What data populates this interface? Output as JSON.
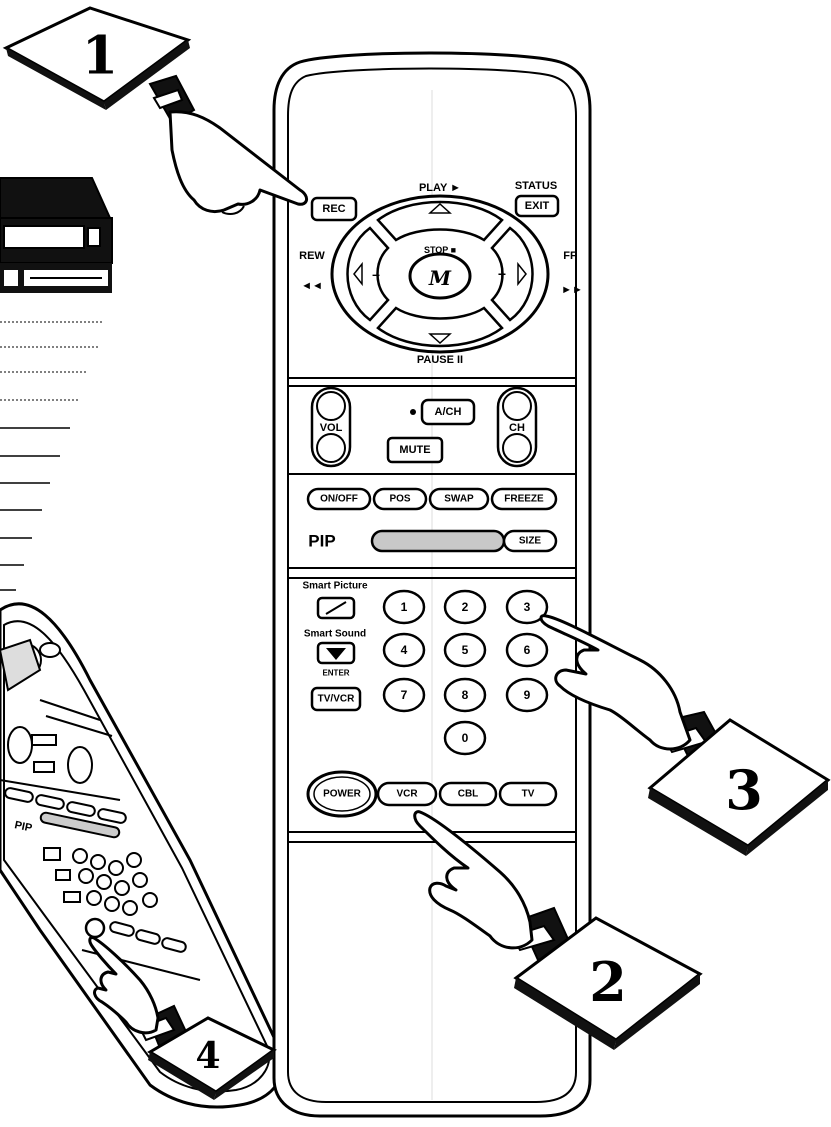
{
  "steps": [
    "1",
    "2",
    "3",
    "4"
  ],
  "remote": {
    "rec": "REC",
    "play": "PLAY ►",
    "status": "STATUS",
    "exit": "EXIT",
    "rew": "REW",
    "rew_sym": "◄◄",
    "ff": "FF",
    "ff_sym": "►►",
    "stop": "STOP ■",
    "menu": "M",
    "minus": "–",
    "plus": "+",
    "pause": "PAUSE II",
    "vol": "VOL",
    "ach": "A/CH",
    "ch": "CH",
    "mute": "MUTE",
    "pip_buttons": [
      "ON/OFF",
      "POS",
      "SWAP",
      "FREEZE"
    ],
    "pip_label": "PIP",
    "size": "SIZE",
    "smart_picture": "Smart Picture",
    "smart_sound": "Smart Sound",
    "enter": "ENTER",
    "tv_vcr": "TV/VCR",
    "digits": [
      "1",
      "2",
      "3",
      "4",
      "5",
      "6",
      "7",
      "8",
      "9",
      "0"
    ],
    "power": "POWER",
    "sources": [
      "VCR",
      "CBL",
      "TV"
    ]
  },
  "small_remote": {
    "pip_label": "PIP"
  }
}
